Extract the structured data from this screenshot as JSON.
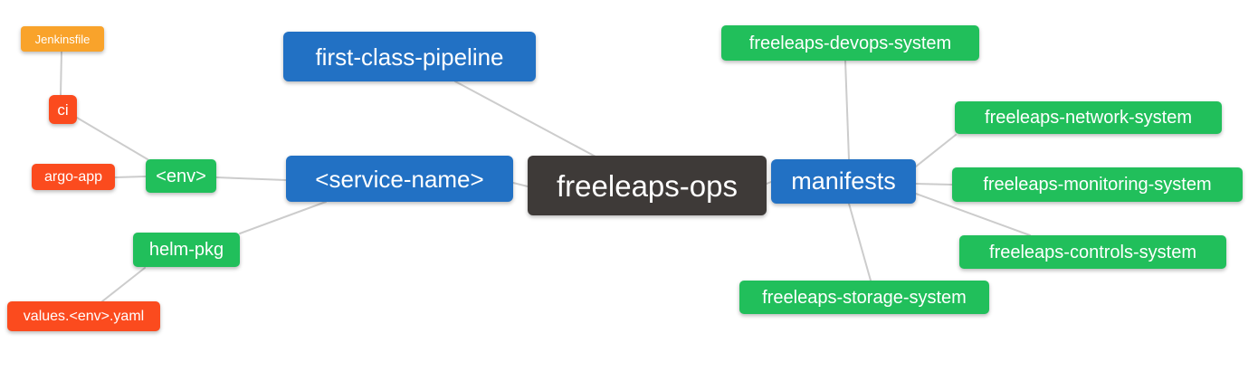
{
  "palette": {
    "root_node": "#3E3A38",
    "level1_node": "#2271C4",
    "level2_node": "#21BF5B",
    "level3_node": "#FB4B1E",
    "level4_node": "#F9A32B",
    "edge_line": "#CCCCCC",
    "node_text": "#FFFFFF",
    "background": "#FFFFFF"
  },
  "nodes": {
    "root": {
      "label": "freeleaps-ops"
    },
    "pipeline": {
      "label": "first-class-pipeline"
    },
    "service": {
      "label": "<service-name>"
    },
    "manifests": {
      "label": "manifests"
    },
    "env": {
      "label": "<env>"
    },
    "helm": {
      "label": "helm-pkg"
    },
    "ci": {
      "label": "ci"
    },
    "argo": {
      "label": "argo-app"
    },
    "jenkinsfile": {
      "label": "Jenkinsfile"
    },
    "values": {
      "label": "values.<env>.yaml"
    },
    "devops": {
      "label": "freeleaps-devops-system"
    },
    "network": {
      "label": "freeleaps-network-system"
    },
    "monitoring": {
      "label": "freeleaps-monitoring-system"
    },
    "controls": {
      "label": "freeleaps-controls-system"
    },
    "storage": {
      "label": "freeleaps-storage-system"
    }
  },
  "edges": [
    {
      "from": "Jenkinsfile",
      "to": "ci"
    },
    {
      "from": "ci",
      "to": "<env>"
    },
    {
      "from": "argo-app",
      "to": "<env>"
    },
    {
      "from": "<env>",
      "to": "<service-name>"
    },
    {
      "from": "helm-pkg",
      "to": "<service-name>"
    },
    {
      "from": "values.<env>.yaml",
      "to": "helm-pkg"
    },
    {
      "from": "first-class-pipeline",
      "to": "freeleaps-ops"
    },
    {
      "from": "<service-name>",
      "to": "freeleaps-ops"
    },
    {
      "from": "freeleaps-ops",
      "to": "manifests"
    },
    {
      "from": "manifests",
      "to": "freeleaps-devops-system"
    },
    {
      "from": "manifests",
      "to": "freeleaps-network-system"
    },
    {
      "from": "manifests",
      "to": "freeleaps-monitoring-system"
    },
    {
      "from": "manifests",
      "to": "freeleaps-controls-system"
    },
    {
      "from": "manifests",
      "to": "freeleaps-storage-system"
    }
  ]
}
